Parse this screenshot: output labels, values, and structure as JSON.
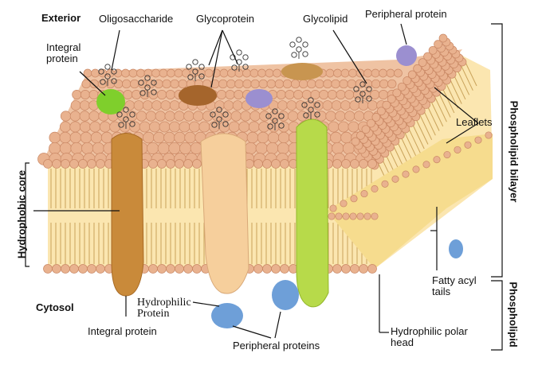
{
  "labels": {
    "exterior": "Exterior",
    "oligosaccharide": "Oligosaccharide",
    "glycoprotein": "Glycoprotein",
    "glycolipid": "Glycolipid",
    "peripheral_protein_top": "Peripheral protein",
    "integral_protein_top": "Integral\nprotein",
    "leaflets": "Leaflets",
    "phospholipid_bilayer": "Phospholipid bilayer",
    "phospholipid": "Phospholipid",
    "hydrophobic_core": "Hydrophobic core",
    "cytosol": "Cytosol",
    "hydrophilic_protein": "Hydrophilic\nProtein",
    "integral_protein_bottom": "Integral protein",
    "peripheral_proteins": "Peripheral proteins",
    "fatty_acyl_tails": "Fatty acyl\ntails",
    "hydrophilic_polar_head": "Hydrophilic polar\nhead"
  },
  "colors": {
    "lipid_head": "#e9b28f",
    "lipid_head_shadow": "#c98764",
    "lipid_tail": "#c9a25a",
    "core_fill": "#fbe6b0",
    "integral_brown": "#c98a3a",
    "integral_light": "#f6cf9c",
    "integral_green": "#b7da4a",
    "protein_green_small": "#7fcf2c",
    "glycoprotein_brown": "#a5652c",
    "glycolipid_tan": "#c89550",
    "peripheral_purple": "#9b8fd0",
    "peripheral_blue": "#6e9fd8",
    "line": "#111111"
  }
}
